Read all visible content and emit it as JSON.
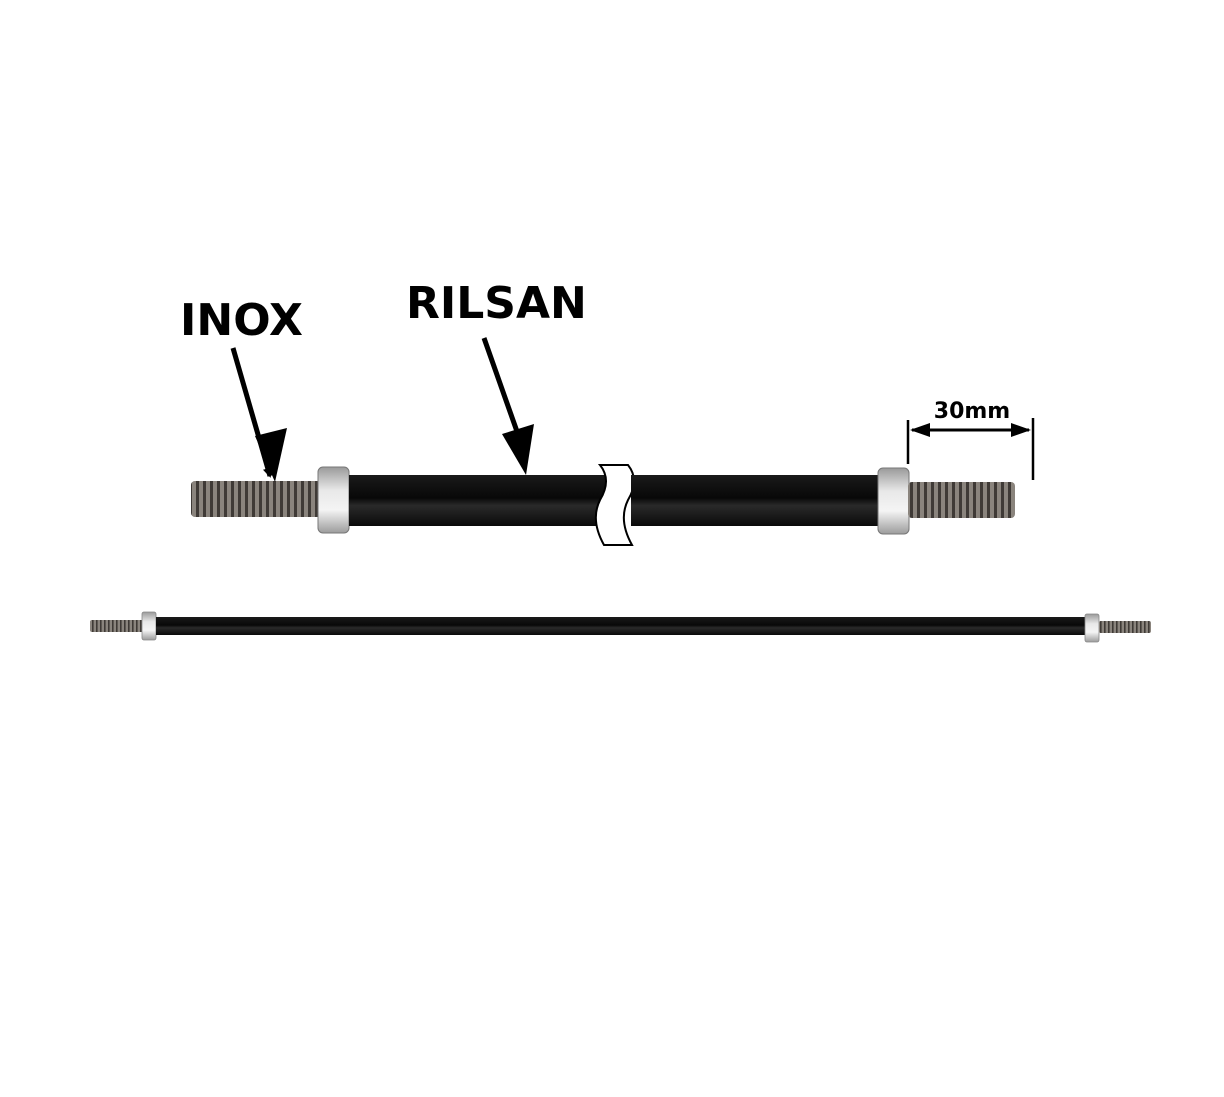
{
  "labels": {
    "material_threads": "INOX",
    "material_tube": "RILSAN",
    "thread_length": "30mm"
  },
  "colors": {
    "tube": "#0d0d0d",
    "thread": "#6e6862",
    "nut": "#c9c9c9",
    "ink": "#000000"
  }
}
